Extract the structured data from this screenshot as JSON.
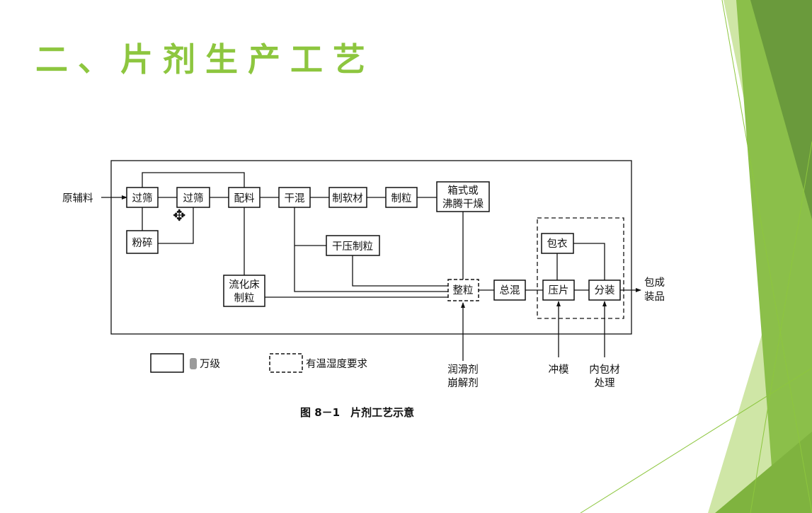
{
  "slide": {
    "title": "二、片剂生产工艺",
    "colors": {
      "title": "#8dc63f",
      "deco_dark": "#6a9a3c",
      "deco_mid": "#8bbf4a",
      "deco_light": "#cfe6a6"
    }
  },
  "diagram": {
    "input_label": "原辅料",
    "output_label": [
      "包成",
      "装品"
    ],
    "nodes": {
      "sieve1": "过筛",
      "sieve2": "过筛",
      "crush": "粉碎",
      "batching": "配料",
      "dry_mix": "干混",
      "wet_mass": "制软材",
      "granulate": "制粒",
      "dryer": [
        "箱式或",
        "沸腾干燥"
      ],
      "dry_press_gran": "干压制粒",
      "fluid_bed": [
        "流化床",
        "制粒"
      ],
      "sizing": "整粒",
      "final_mix": "总混",
      "tablet_press": "压片",
      "coating": "包衣",
      "packaging": "分装"
    },
    "external_inputs": {
      "lubricant": [
        "润滑剂",
        "崩解剂"
      ],
      "punch": "冲模",
      "inner_pack": [
        "内包材",
        "处理"
      ]
    },
    "legend": {
      "solid_box": "万级",
      "dashed_box": "有温湿度要求"
    },
    "caption": "图 8－1　片剂工艺示意"
  }
}
